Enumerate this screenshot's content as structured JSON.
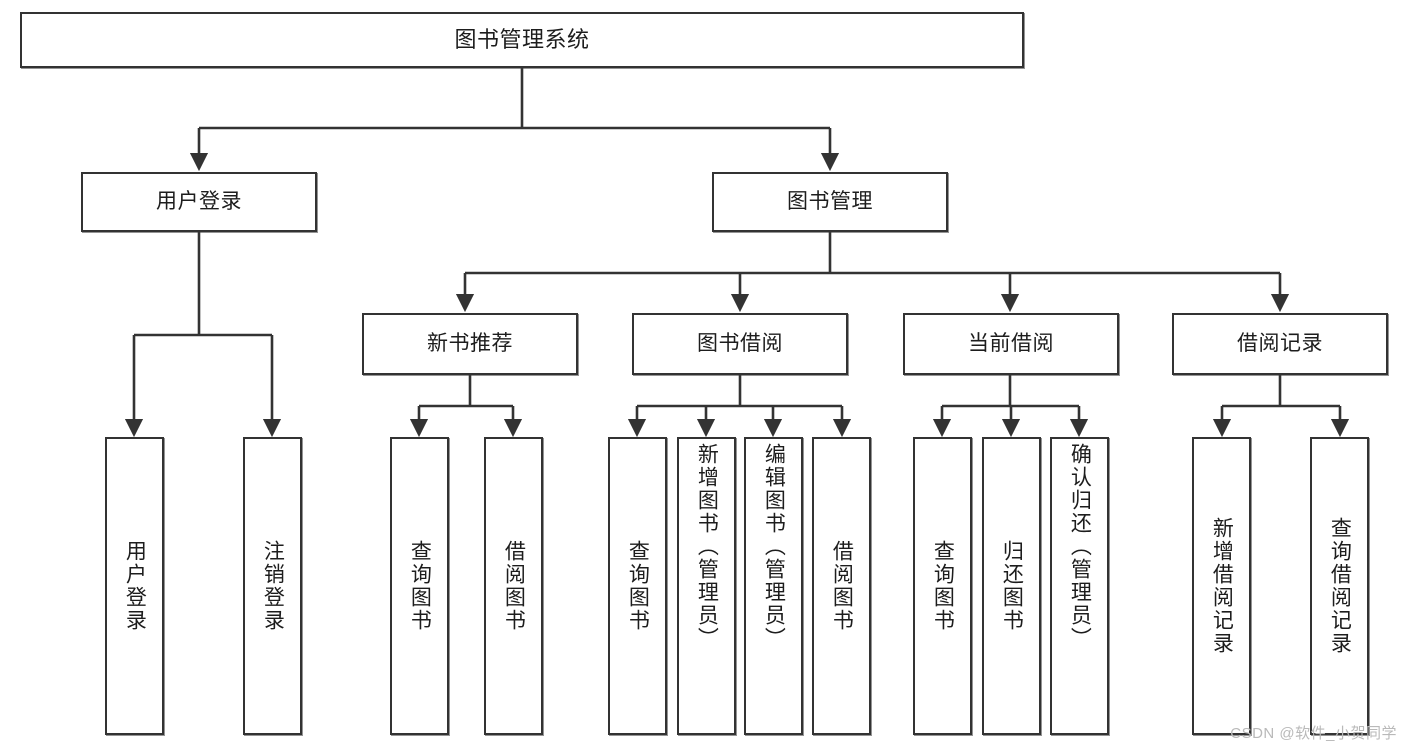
{
  "diagram": {
    "type": "tree-hierarchy",
    "title": "图书管理系统",
    "orientation": "top-down",
    "colors": {
      "node_border": "#333333",
      "node_fill": "#ffffff",
      "edge": "#333333",
      "text": "#1d1d1d",
      "watermark": "#b9b9b9",
      "background": "#ffffff"
    },
    "nodes": {
      "root": {
        "id": "root",
        "label": "图书管理系统",
        "level": 1,
        "text_direction": "horizontal"
      },
      "level2": [
        {
          "id": "user-login",
          "label": "用户登录",
          "level": 2,
          "text_direction": "horizontal"
        },
        {
          "id": "book-management",
          "label": "图书管理",
          "level": 2,
          "text_direction": "horizontal"
        }
      ],
      "level3": [
        {
          "id": "new-book-recommend",
          "label": "新书推荐",
          "level": 3,
          "text_direction": "horizontal"
        },
        {
          "id": "book-borrow",
          "label": "图书借阅",
          "level": 3,
          "text_direction": "horizontal"
        },
        {
          "id": "current-borrow",
          "label": "当前借阅",
          "level": 3,
          "text_direction": "horizontal"
        },
        {
          "id": "borrow-record",
          "label": "借阅记录",
          "level": 3,
          "text_direction": "horizontal"
        }
      ],
      "leaves": [
        {
          "id": "leaf-user-login",
          "label": "用户登录",
          "parent": "user-login",
          "level": 3,
          "text_direction": "vertical"
        },
        {
          "id": "leaf-logout-login",
          "label": "注销登录",
          "parent": "user-login",
          "level": 3,
          "text_direction": "vertical"
        },
        {
          "id": "leaf-query-book-1",
          "label": "查询图书",
          "parent": "new-book-recommend",
          "level": 4,
          "text_direction": "vertical"
        },
        {
          "id": "leaf-borrow-book-1",
          "label": "借阅图书",
          "parent": "new-book-recommend",
          "level": 4,
          "text_direction": "vertical"
        },
        {
          "id": "leaf-query-book-2",
          "label": "查询图书",
          "parent": "book-borrow",
          "level": 4,
          "text_direction": "vertical"
        },
        {
          "id": "leaf-add-book",
          "label": "新增图书（管理员）",
          "parent": "book-borrow",
          "level": 4,
          "text_direction": "vertical"
        },
        {
          "id": "leaf-edit-book",
          "label": "编辑图书（管理员）",
          "parent": "book-borrow",
          "level": 4,
          "text_direction": "vertical"
        },
        {
          "id": "leaf-borrow-book-2",
          "label": "借阅图书",
          "parent": "book-borrow",
          "level": 4,
          "text_direction": "vertical"
        },
        {
          "id": "leaf-query-book-3",
          "label": "查询图书",
          "parent": "current-borrow",
          "level": 4,
          "text_direction": "vertical"
        },
        {
          "id": "leaf-return-book",
          "label": "归还图书",
          "parent": "current-borrow",
          "level": 4,
          "text_direction": "vertical"
        },
        {
          "id": "leaf-confirm-return",
          "label": "确认归还（管理员）",
          "parent": "current-borrow",
          "level": 4,
          "text_direction": "vertical"
        },
        {
          "id": "leaf-add-borrow-record",
          "label": "新增借阅记录",
          "parent": "borrow-record",
          "level": 4,
          "text_direction": "vertical"
        },
        {
          "id": "leaf-query-borrow-record",
          "label": "查询借阅记录",
          "parent": "borrow-record",
          "level": 4,
          "text_direction": "vertical"
        }
      ]
    },
    "watermark": "CSDN @软件_小贺同学"
  }
}
